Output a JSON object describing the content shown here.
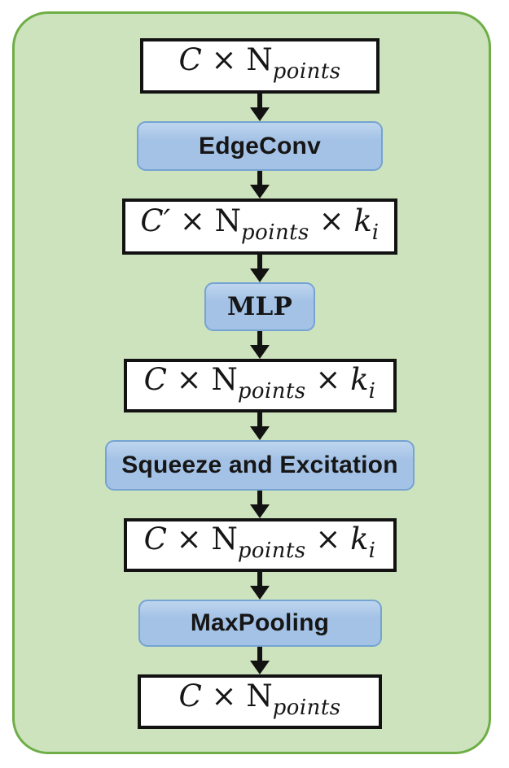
{
  "colors": {
    "canvas_bg": "#ffffff",
    "container_fill": "#cde3bd",
    "container_border": "#6fae47",
    "op_fill": "#a4c2e6",
    "op_fill_light": "#bed5ee",
    "op_border": "#75a3d2",
    "tensor_fill": "#ffffff",
    "tensor_border": "#121212",
    "arrow_color": "#121212",
    "text_color": "#161616"
  },
  "nodes": [
    {
      "type": "tensor",
      "plain_text": "C × N_points",
      "segments": [
        {
          "t": "C",
          "i": 1
        },
        {
          "t": " × "
        },
        {
          "t": "N"
        },
        {
          "t": "points",
          "sub": 1,
          "i": 1
        }
      ]
    },
    {
      "type": "op",
      "label": "EdgeConv"
    },
    {
      "type": "tensor",
      "plain_text": "C′ × N_points × k_i",
      "segments": [
        {
          "t": "C′",
          "i": 1
        },
        {
          "t": " × "
        },
        {
          "t": "N"
        },
        {
          "t": "points",
          "sub": 1,
          "i": 1
        },
        {
          "t": " × "
        },
        {
          "t": "k",
          "i": 1
        },
        {
          "t": "i",
          "sub": 1,
          "i": 1
        }
      ]
    },
    {
      "type": "op",
      "label": "MLP"
    },
    {
      "type": "tensor",
      "plain_text": "C × N_points × k_i",
      "segments": [
        {
          "t": "C",
          "i": 1
        },
        {
          "t": " × "
        },
        {
          "t": "N"
        },
        {
          "t": "points",
          "sub": 1,
          "i": 1
        },
        {
          "t": " × "
        },
        {
          "t": "k",
          "i": 1
        },
        {
          "t": "i",
          "sub": 1,
          "i": 1
        }
      ]
    },
    {
      "type": "op",
      "label": "Squeeze and Excitation"
    },
    {
      "type": "tensor",
      "plain_text": "C × N_points × k_i",
      "segments": [
        {
          "t": "C",
          "i": 1
        },
        {
          "t": " × "
        },
        {
          "t": "N"
        },
        {
          "t": "points",
          "sub": 1,
          "i": 1
        },
        {
          "t": " × "
        },
        {
          "t": "k",
          "i": 1
        },
        {
          "t": "i",
          "sub": 1,
          "i": 1
        }
      ]
    },
    {
      "type": "op",
      "label": "MaxPooling"
    },
    {
      "type": "tensor",
      "plain_text": "C × N_points",
      "segments": [
        {
          "t": "C",
          "i": 1
        },
        {
          "t": " × "
        },
        {
          "t": "N"
        },
        {
          "t": "points",
          "sub": 1,
          "i": 1
        }
      ]
    }
  ]
}
